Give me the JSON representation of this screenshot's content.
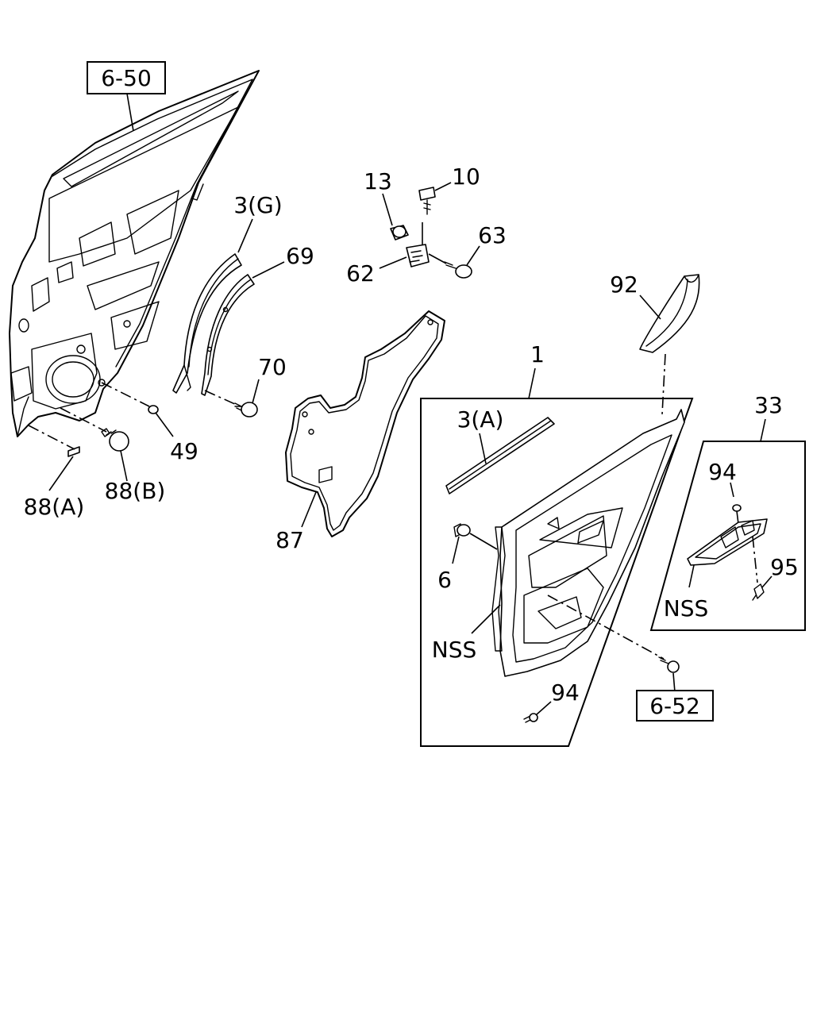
{
  "callouts": {
    "ref_6_50": "6-50",
    "ref_6_52": "6-52",
    "p1": "1",
    "p3g": "3(G)",
    "p3a": "3(A)",
    "p6": "6",
    "p10": "10",
    "p13": "13",
    "p33": "33",
    "p49": "49",
    "p62": "62",
    "p63": "63",
    "p69": "69",
    "p70": "70",
    "p87": "87",
    "p88a": "88(A)",
    "p88b": "88(B)",
    "p92": "92",
    "p94_panel": "94",
    "p94_switch": "94",
    "p95": "95",
    "nss_panel": "NSS",
    "nss_switch": "NSS"
  },
  "colors": {
    "ink": "#000000",
    "paper": "#ffffff"
  }
}
